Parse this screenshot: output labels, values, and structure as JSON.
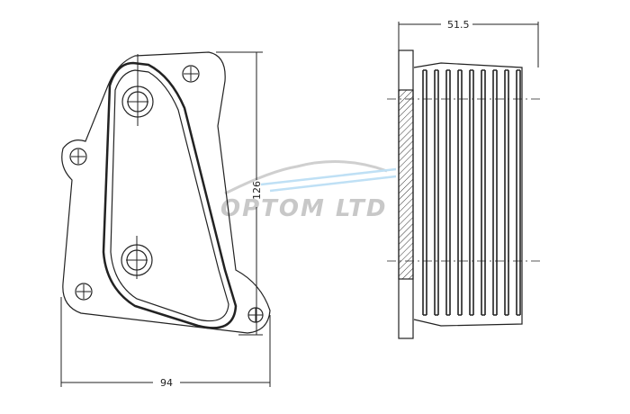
{
  "dimensions": {
    "width": "94",
    "height": "126",
    "depth": "51.5"
  },
  "watermark": {
    "text": "OPTOM LTD"
  },
  "colors": {
    "line": "#222222",
    "watermark_gray": "#c8c8c8",
    "watermark_blue": "#bfe0f5"
  }
}
